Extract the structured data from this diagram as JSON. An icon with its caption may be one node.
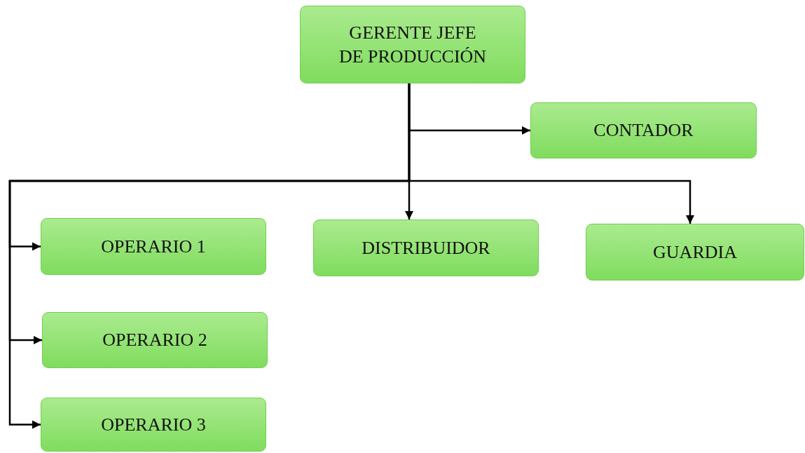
{
  "diagram": {
    "nodes": [
      {
        "text": [
          "GERENTE JEFE DE PRODUCCIÓN"
        ]
      },
      {
        "text": [
          "CONTADOR"
        ]
      },
      {
        "text": [
          "OPERARIO 1"
        ]
      },
      {
        "text": [
          "DISTRIBUIDOR"
        ]
      },
      {
        "text": [
          "GUARDIA"
        ]
      },
      {
        "text": [
          "OPERARIO 2"
        ]
      },
      {
        "text": [
          "OPERARIO 3"
        ]
      }
    ],
    "edges": [
      {
        "from": 0,
        "to": 1,
        "arrow": "to"
      },
      {
        "from": 0,
        "to": 2,
        "arrow": "to"
      },
      {
        "from": 0,
        "to": 3,
        "arrow": "to"
      },
      {
        "from": 0,
        "to": 4,
        "arrow": "to"
      },
      {
        "from": 0,
        "to": 5,
        "arrow": "to"
      },
      {
        "from": 0,
        "to": 6,
        "arrow": "to"
      }
    ]
  }
}
